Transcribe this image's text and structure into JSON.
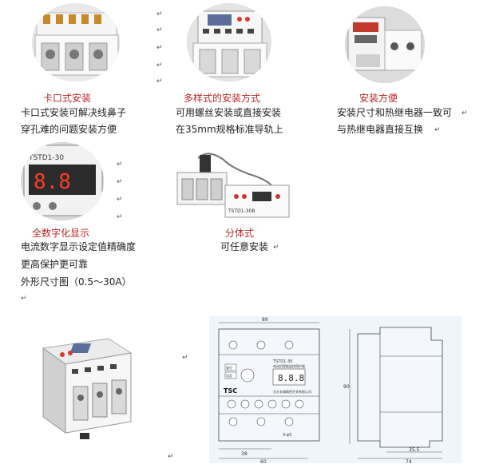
{
  "col1": {
    "caption": "卡口式安装",
    "desc": [
      "卡口式安装可解决线鼻子",
      "穿孔难的问题安装方便"
    ]
  },
  "col2": {
    "caption": "多样式的安装方式",
    "desc": [
      "可用螺丝安装或直接安装",
      "在35mm规格标准导轨上"
    ]
  },
  "col3": {
    "caption": "安装方便",
    "desc": [
      "安装尺寸和热继电器一致可",
      "与热继电器直接互换"
    ]
  },
  "col4": {
    "caption": "全数字化显示",
    "desc": [
      "电流数字显示设定值精确度",
      "更高保护更可靠",
      "外形尺寸图（0.5～30A）"
    ],
    "device_label": "TSTD1-30",
    "display_digits": "8.8"
  },
  "col5": {
    "caption": "分体式",
    "desc": [
      "可任意安装"
    ],
    "device_label": "TSTD1-30B"
  },
  "drawing": {
    "dim_top": "89",
    "dim_bottom_left": "38",
    "dim_bottom_total": "60",
    "dim_side_height": "90",
    "dim_side_mid": "35.5",
    "dim_side_total": "74",
    "hole_label": "3-φ5",
    "panel_label": "TSTD1-30",
    "panel_sub": "电动机智能监控保护器",
    "display": "8.8.8",
    "brand": "TSC",
    "maker": "天水长城精密开关有限公司",
    "btn_labels": [
      "复位",
      "设定"
    ]
  },
  "return_mark": "↵",
  "colors": {
    "caption_red": "#b4282a",
    "drawing_bg": "#eef5fb"
  }
}
